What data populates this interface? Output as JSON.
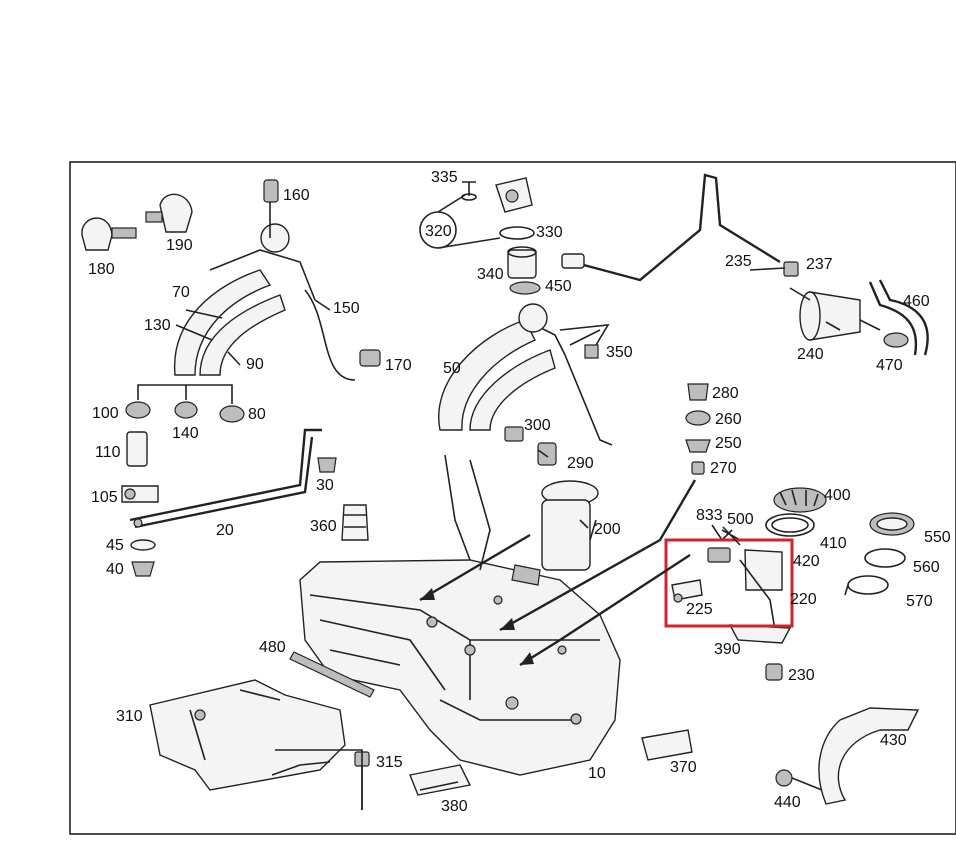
{
  "diagram": {
    "highlight_color": "#d3222a",
    "callouts": {
      "c10": "10",
      "c20": "20",
      "c30": "30",
      "c40": "40",
      "c45": "45",
      "c50": "50",
      "c70": "70",
      "c80": "80",
      "c90": "90",
      "c100": "100",
      "c105": "105",
      "c110": "110",
      "c130": "130",
      "c140": "140",
      "c150": "150",
      "c160": "160",
      "c170": "170",
      "c180": "180",
      "c190": "190",
      "c200": "200",
      "c220": "220",
      "c225": "225",
      "c230": "230",
      "c235": "235",
      "c237": "237",
      "c240": "240",
      "c250": "250",
      "c260": "260",
      "c270": "270",
      "c280": "280",
      "c290": "290",
      "c300": "300",
      "c310": "310",
      "c315": "315",
      "c320": "320",
      "c330": "330",
      "c335": "335",
      "c340": "340",
      "c350": "350",
      "c360": "360",
      "c370": "370",
      "c380": "380",
      "c390": "390",
      "c400": "400",
      "c410": "410",
      "c420": "420",
      "c430": "430",
      "c440": "440",
      "c450": "450",
      "c460": "460",
      "c470": "470",
      "c480": "480",
      "c500": "500",
      "c550": "550",
      "c560": "560",
      "c570": "570",
      "c833": "833"
    }
  }
}
